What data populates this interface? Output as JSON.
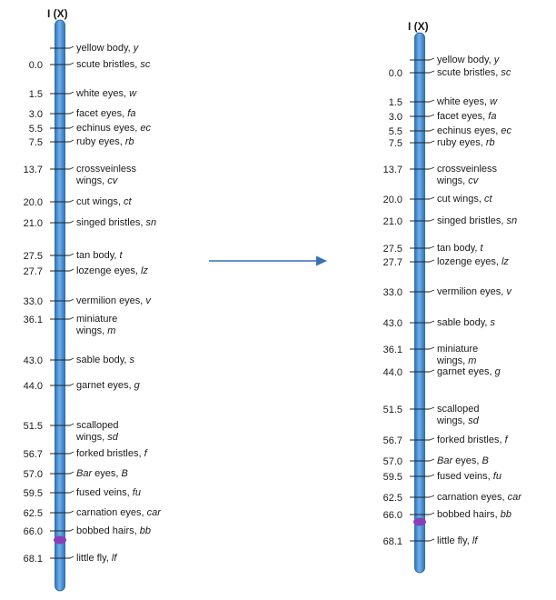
{
  "arrow_color": "#3a6fb5",
  "chromosome_color": "#4a90d6",
  "chromosome_edge": "#1f5c96",
  "centromere_color": "#8a3fb8",
  "left_map": {
    "title": "I (X)",
    "loci": [
      {
        "pos": "",
        "name": "yellow body, ",
        "sym": "y"
      },
      {
        "pos": "0.0",
        "name": "scute bristles, ",
        "sym": "sc"
      },
      {
        "pos": "1.5",
        "name": "white eyes, ",
        "sym": "w"
      },
      {
        "pos": "3.0",
        "name": "facet eyes, ",
        "sym": "fa"
      },
      {
        "pos": "5.5",
        "name": "echinus eyes, ",
        "sym": "ec"
      },
      {
        "pos": "7.5",
        "name": "ruby eyes, ",
        "sym": "rb"
      },
      {
        "pos": "13.7",
        "name": "crossveinless",
        "sym": "",
        "line2": "wings, ",
        "sym2": "cv"
      },
      {
        "pos": "20.0",
        "name": "cut wings, ",
        "sym": "ct"
      },
      {
        "pos": "21.0",
        "name": "singed bristles, ",
        "sym": "sn"
      },
      {
        "pos": "27.5",
        "name": "tan body, ",
        "sym": "t"
      },
      {
        "pos": "27.7",
        "name": "lozenge eyes, ",
        "sym": "lz"
      },
      {
        "pos": "33.0",
        "name": "vermilion eyes, ",
        "sym": "v"
      },
      {
        "pos": "36.1",
        "name": "miniature",
        "sym": "",
        "line2": "wings, ",
        "sym2": "m"
      },
      {
        "pos": "43.0",
        "name": "sable body, ",
        "sym": "s"
      },
      {
        "pos": "44.0",
        "name": "garnet eyes, ",
        "sym": "g"
      },
      {
        "pos": "51.5",
        "name": "scalloped",
        "sym": "",
        "line2": "wings, ",
        "sym2": "sd"
      },
      {
        "pos": "56.7",
        "name": "forked bristles, ",
        "sym": "f"
      },
      {
        "pos": "57.0",
        "name": "",
        "sym": "Bar",
        "tail": " eyes, ",
        "sym3": "B"
      },
      {
        "pos": "59.5",
        "name": "fused veins, ",
        "sym": "fu"
      },
      {
        "pos": "62.5",
        "name": "carnation eyes, ",
        "sym": "car"
      },
      {
        "pos": "66.0",
        "name": "bobbed hairs, ",
        "sym": "bb"
      },
      {
        "pos": "68.1",
        "name": "little fly, ",
        "sym": "lf"
      }
    ]
  },
  "right_map": {
    "title": "I (X)",
    "loci": [
      {
        "pos": "",
        "name": "yellow body, ",
        "sym": "y"
      },
      {
        "pos": "0.0",
        "name": "scute bristles, ",
        "sym": "sc"
      },
      {
        "pos": "1.5",
        "name": "white eyes, ",
        "sym": "w"
      },
      {
        "pos": "3.0",
        "name": "facet eyes, ",
        "sym": "fa"
      },
      {
        "pos": "5.5",
        "name": "echinus eyes, ",
        "sym": "ec"
      },
      {
        "pos": "7.5",
        "name": "ruby eyes, ",
        "sym": "rb"
      },
      {
        "pos": "13.7",
        "name": "crossveinless",
        "sym": "",
        "line2": "wings, ",
        "sym2": "cv"
      },
      {
        "pos": "20.0",
        "name": "cut wings, ",
        "sym": "ct"
      },
      {
        "pos": "21.0",
        "name": "singed bristles, ",
        "sym": "sn"
      },
      {
        "pos": "27.5",
        "name": "tan body, ",
        "sym": "t"
      },
      {
        "pos": "27.7",
        "name": "lozenge eyes, ",
        "sym": "lz"
      },
      {
        "pos": "33.0",
        "name": "vermilion eyes, ",
        "sym": "v"
      },
      {
        "pos": "43.0",
        "name": "sable body, ",
        "sym": "s"
      },
      {
        "pos": "36.1",
        "name": "miniature",
        "sym": "",
        "line2": "wings, ",
        "sym2": "m"
      },
      {
        "pos": "44.0",
        "name": "garnet eyes, ",
        "sym": "g"
      },
      {
        "pos": "51.5",
        "name": "scalloped",
        "sym": "",
        "line2": "wings, ",
        "sym2": "sd"
      },
      {
        "pos": "56.7",
        "name": "forked bristles, ",
        "sym": "f"
      },
      {
        "pos": "57.0",
        "name": "",
        "sym": "Bar",
        "tail": " eyes, ",
        "sym3": "B"
      },
      {
        "pos": "59.5",
        "name": "fused veins, ",
        "sym": "fu"
      },
      {
        "pos": "62.5",
        "name": "carnation eyes, ",
        "sym": "car"
      },
      {
        "pos": "66.0",
        "name": "bobbed hairs, ",
        "sym": "bb"
      },
      {
        "pos": "68.1",
        "name": "little fly, ",
        "sym": "lf"
      }
    ]
  }
}
